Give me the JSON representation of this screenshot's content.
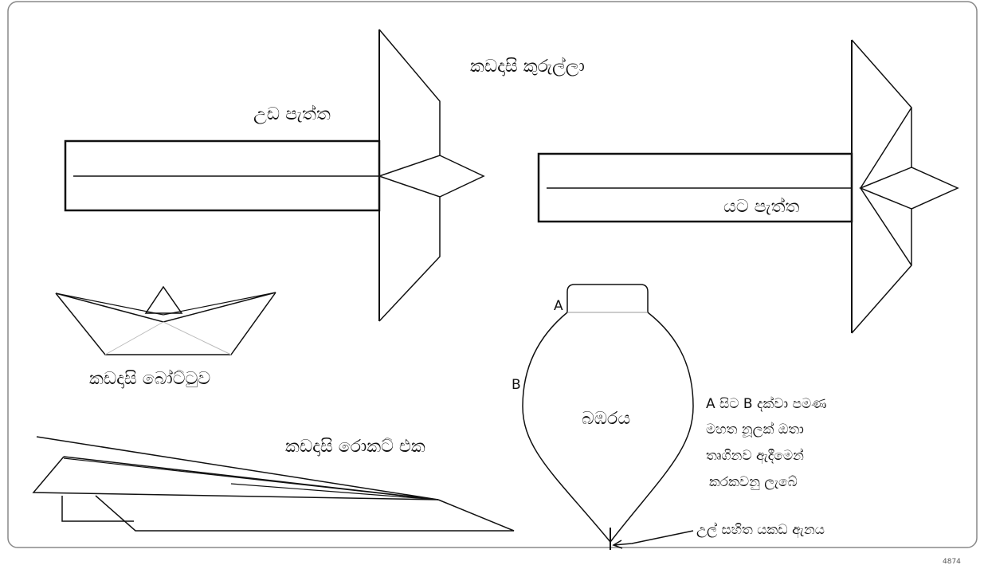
{
  "labels": {
    "paper_pinwheel": "කඩදාසි කුරුල්ලා",
    "upper_side": "උඩ පැත්ත",
    "lower_side": "යට පැත්ත",
    "paper_boat": "කඩදාසි  බෝට්ටුව",
    "paper_rocket": "කඩදාසි රොකට් එක",
    "top_name": "බඹරය",
    "point_a": "A",
    "point_b": "B",
    "note_line1": "A සිට  B දක්වා පමණ",
    "note_line2": "මහත  නූලක් ඔතා",
    "note_line3": "තෘගිනව ඇදීමෙන්",
    "note_line4": "කරකවනු ලැබේ",
    "nail_label": "උල් සහිත යකඩ ඇනය",
    "corner_mark": "4874"
  },
  "colors": {
    "stroke": "#111111",
    "light_stroke": "#bbbbbb",
    "frame": "#888888"
  }
}
